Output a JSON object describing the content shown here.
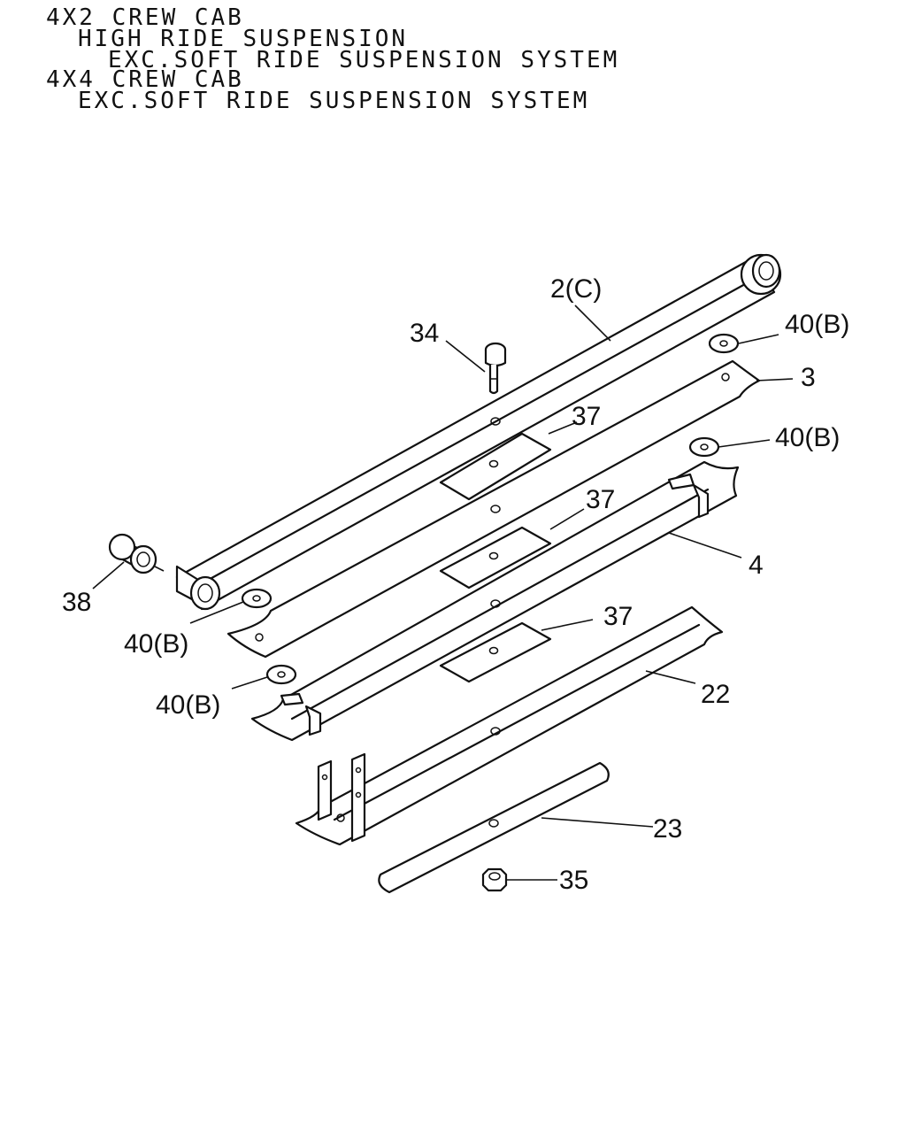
{
  "header": {
    "line1": "4X2 CREW CAB",
    "line2": "HIGH RIDE SUSPENSION",
    "line3": "EXC.SOFT RIDE SUSPENSION SYSTEM",
    "line4": "4X4 CREW CAB",
    "line5": "EXC.SOFT RIDE SUSPENSION SYSTEM"
  },
  "callouts": {
    "leaf_main": "2(C)",
    "leaf_3": "3",
    "leaf_4": "4",
    "leaf_22": "22",
    "leaf_23": "23",
    "bolt": "34",
    "nut": "35",
    "pad_a": "37",
    "pad_b": "37",
    "pad_c": "37",
    "bushing": "38",
    "washer_a": "40(B)",
    "washer_b": "40(B)",
    "washer_c": "40(B)",
    "washer_d": "40(B)"
  }
}
